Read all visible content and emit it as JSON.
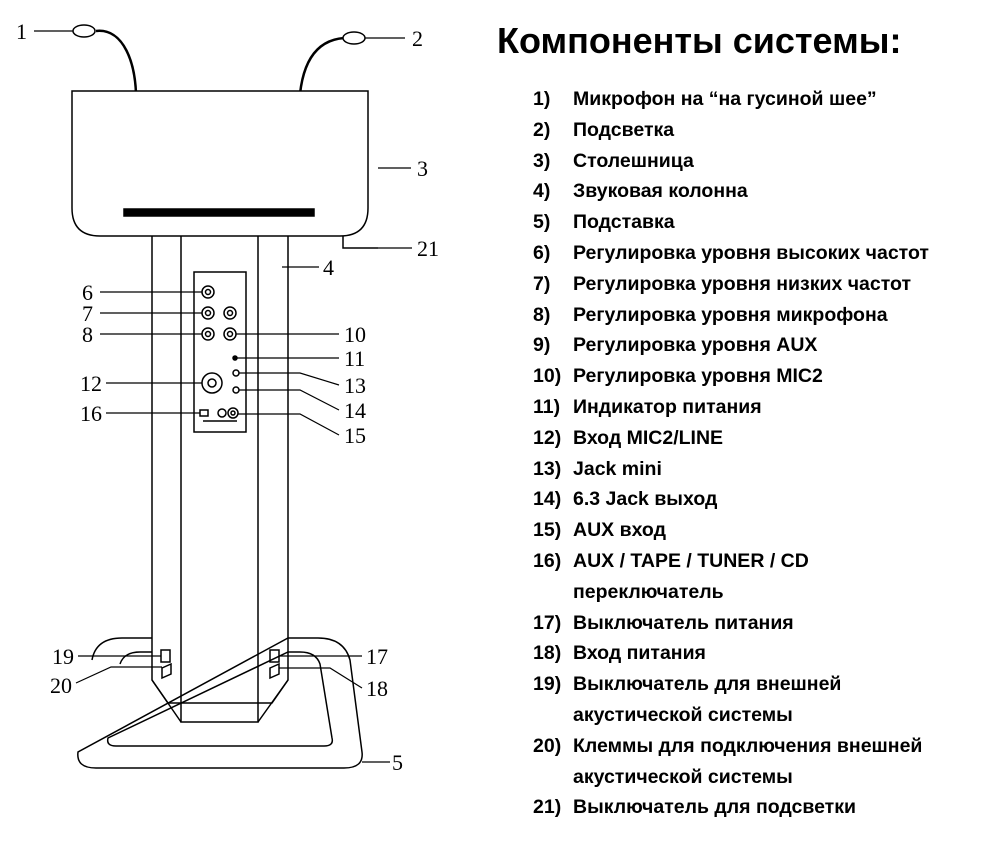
{
  "heading": "Компоненты системы:",
  "components": [
    {
      "num": "1)",
      "text": "Микрофон на “на гусиной шее”"
    },
    {
      "num": "2)",
      "text": "Подсветка"
    },
    {
      "num": "3)",
      "text": "Столешница"
    },
    {
      "num": "4)",
      "text": "Звуковая колонна"
    },
    {
      "num": "5)",
      "text": "Подставка"
    },
    {
      "num": "6)",
      "text": "Регулировка уровня высоких частот"
    },
    {
      "num": "7)",
      "text": "Регулировка уровня низких частот"
    },
    {
      "num": "8)",
      "text": "Регулировка уровня микрофона"
    },
    {
      "num": "9)",
      "text": "Регулировка уровня AUX"
    },
    {
      "num": "10)",
      "text": "Регулировка уровня MIC2"
    },
    {
      "num": "11)",
      "text": "Индикатор питания"
    },
    {
      "num": "12)",
      "text": "Вход MIC2/LINE"
    },
    {
      "num": "13)",
      "text": "Jack mini"
    },
    {
      "num": "14)",
      "text": "6.3 Jack выход"
    },
    {
      "num": "15)",
      "text": "AUX вход"
    },
    {
      "num": "16)",
      "text": "AUX / TAPE / TUNER / CD\nпереключатель"
    },
    {
      "num": "17)",
      "text": "Выключатель питания"
    },
    {
      "num": "18)",
      "text": "Вход питания"
    },
    {
      "num": "19)",
      "text": "Выключатель для внешней\nакустической системы"
    },
    {
      "num": "20)",
      "text": "Клеммы для подключения внешней\nакустической системы"
    },
    {
      "num": "21)",
      "text": "Выключатель для подсветки"
    }
  ],
  "callouts": [
    "1",
    "2",
    "3",
    "4",
    "5",
    "6",
    "7",
    "8",
    "10",
    "11",
    "12",
    "13",
    "14",
    "15",
    "16",
    "17",
    "18",
    "19",
    "20",
    "21"
  ]
}
